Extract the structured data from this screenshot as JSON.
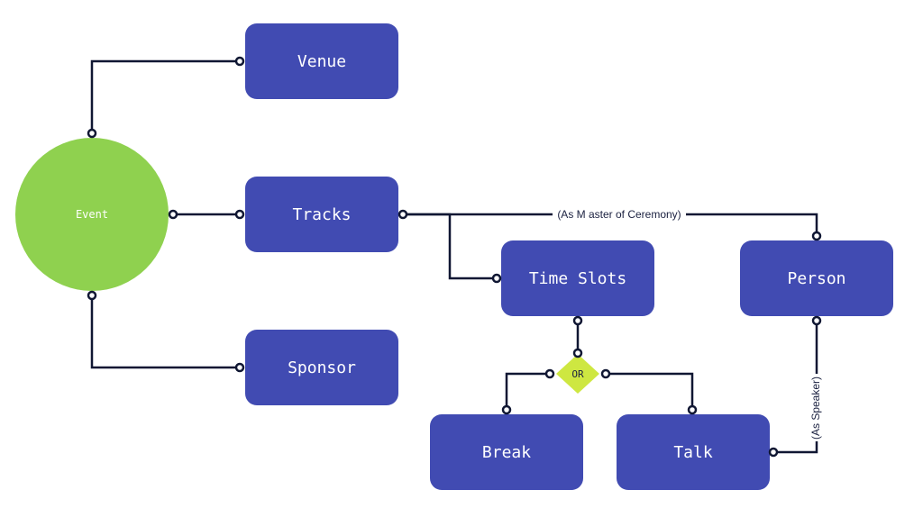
{
  "colors": {
    "node_fill": "#414bb2",
    "event_fill": "#8fd14f",
    "or_fill": "#cee741",
    "line": "#101733"
  },
  "nodes": {
    "event": "Event",
    "venue": "Venue",
    "tracks": "Tracks",
    "sponsor": "Sponsor",
    "time_slots": "Time Slots",
    "person": "Person",
    "break": "Break",
    "talk": "Talk",
    "or": "OR"
  },
  "edge_labels": {
    "master_of_ceremony": "(As M aster of Ceremony)",
    "speaker": "(As Speaker)"
  }
}
